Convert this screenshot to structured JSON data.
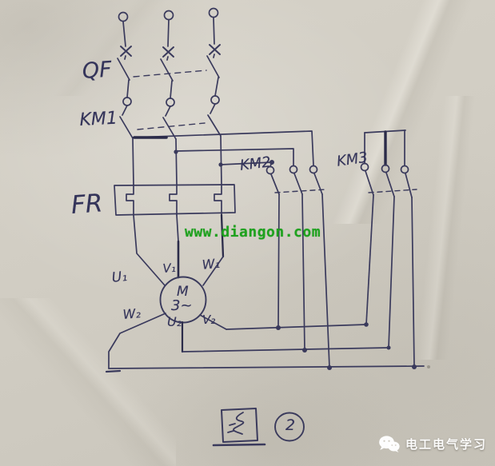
{
  "paper": {
    "background_color": "#d1cdc3",
    "ink_color": "#3a3a5c"
  },
  "schematic": {
    "labels": {
      "breaker": "QF",
      "main_contactor": "KM1",
      "thermal_relay": "FR",
      "delta_contactor": "KM2",
      "star_contactor": "KM3"
    },
    "motor": {
      "symbol": "M",
      "phase": "3~",
      "u1": "U₁",
      "v1": "V₁",
      "w1": "W₁",
      "w2": "W₂",
      "u2": "U₂",
      "v2": "V₂"
    },
    "figure_number": "2"
  },
  "watermarks": {
    "site_url": "www.diangon.com",
    "site_color": "#1ea21e",
    "channel_name": "电工电气学习",
    "channel_icon": "wechat-icon"
  }
}
